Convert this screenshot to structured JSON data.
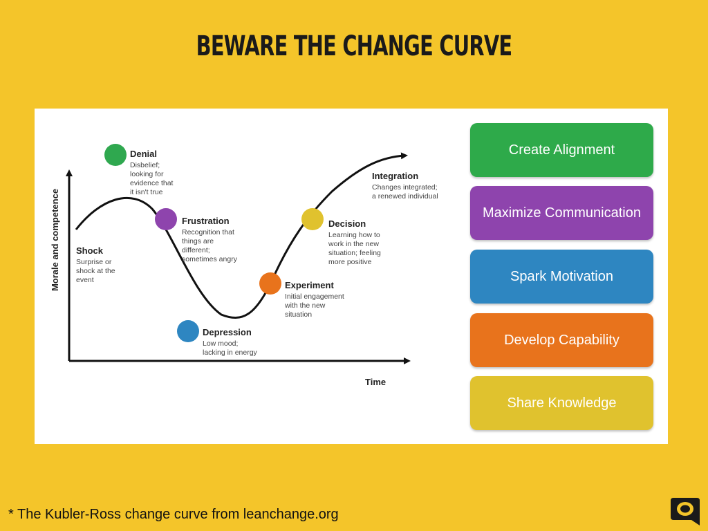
{
  "slide": {
    "title": "BEWARE THE CHANGE CURVE",
    "background": "#F4C52A",
    "footnote": "* The Kubler-Ross change curve from leanchange.org",
    "logo_icon": "speech-bubble-logo-icon"
  },
  "diagram": {
    "y_axis_label": "Morale and competence",
    "x_axis_label": "Time",
    "stages": [
      {
        "title": "Shock",
        "lines": [
          "Surprise or",
          "shock at the",
          "event"
        ]
      },
      {
        "title": "Denial",
        "color": "#2FA84F",
        "lines": [
          "Disbelief;",
          "looking for",
          "evidence that",
          "it isn't true"
        ]
      },
      {
        "title": "Frustration",
        "color": "#8E44AD",
        "lines": [
          "Recognition that",
          "things are",
          "different;",
          "sometimes angry"
        ]
      },
      {
        "title": "Depression",
        "color": "#2E86C1",
        "lines": [
          "Low mood;",
          "lacking in energy"
        ]
      },
      {
        "title": "Experiment",
        "color": "#E8731C",
        "lines": [
          "Initial engagement",
          "with the new",
          "situation"
        ]
      },
      {
        "title": "Decision",
        "color": "#E0C22E",
        "lines": [
          "Learning how to",
          "work in the new",
          "situation; feeling",
          "more positive"
        ]
      },
      {
        "title": "Integration",
        "lines": [
          "Changes integrated;",
          "a renewed individual"
        ]
      }
    ]
  },
  "actions": [
    {
      "label": "Create Alignment",
      "color": "#2EAA4A"
    },
    {
      "label": "Maximize Communication",
      "color": "#8E44AD"
    },
    {
      "label": "Spark Motivation",
      "color": "#2E86C1"
    },
    {
      "label": "Develop Capability",
      "color": "#E8731C"
    },
    {
      "label": "Share Knowledge",
      "color": "#E0C22E"
    }
  ]
}
